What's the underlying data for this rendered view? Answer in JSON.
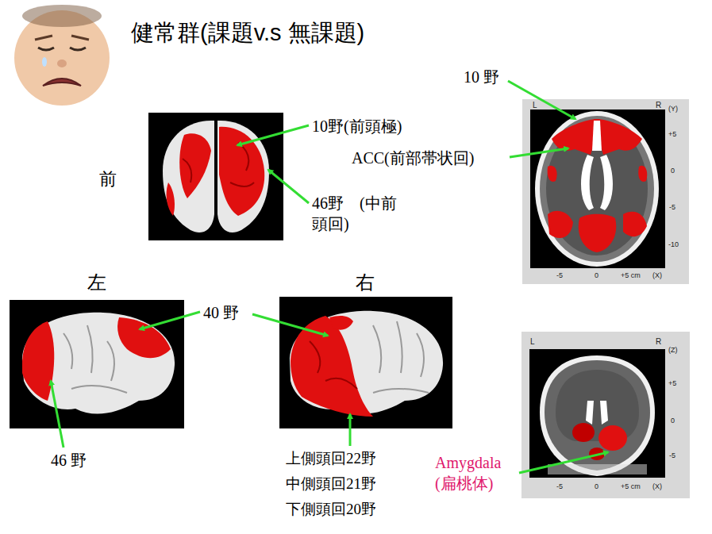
{
  "diagram": {
    "title": "健常群(課題v.s 無課題)",
    "labels": [
      "10 野",
      "10野(前頭極)",
      "前",
      "ACC(前部帯状回)",
      "46野　(中前頭回)",
      "左",
      "右",
      "40 野",
      "46 野",
      "上側頭回22野",
      "中側頭回21野",
      "下側頭回20野",
      "Amygdala (扁桃体)",
      "L",
      "R",
      "(Y)",
      "+5",
      "0",
      "-5",
      "-10",
      "-5",
      "0",
      "+5 cm",
      "(X)",
      "L",
      "R",
      "(Z)",
      "+5",
      "0",
      "-5",
      "-5",
      "0",
      "+5 cm",
      "(X)"
    ]
  }
}
